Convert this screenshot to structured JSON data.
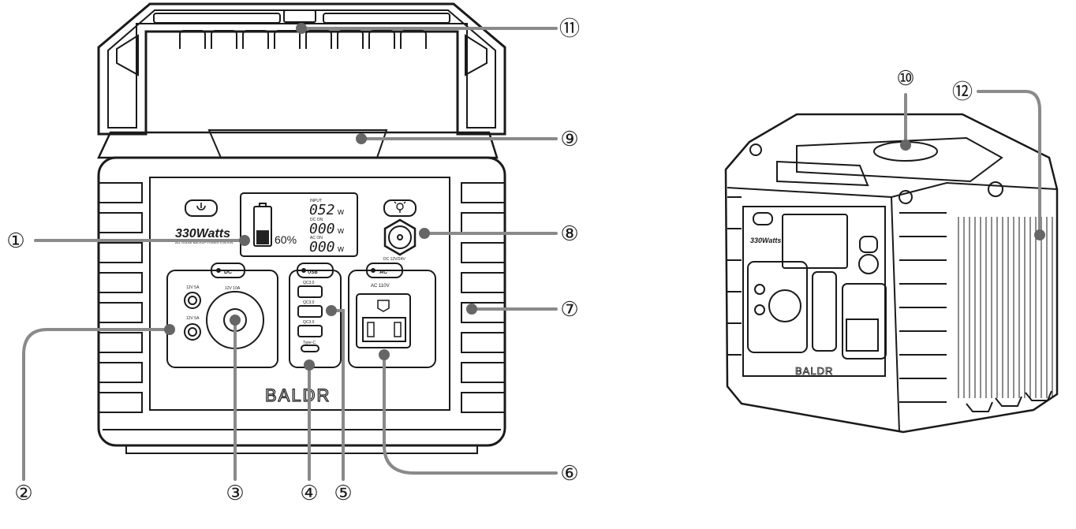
{
  "callouts": [
    "①",
    "②",
    "③",
    "④",
    "⑤",
    "⑥",
    "⑦",
    "⑧",
    "⑨",
    "⑩",
    "⑪",
    "⑫"
  ],
  "device": {
    "brand_logo": "BALDR",
    "model_badge": "330Watts",
    "model_subtitle": "ALL SOLAR BACKUP POWER STATION",
    "power_icon": "power-icon",
    "light_icon": "light-bulb-icon",
    "display": {
      "battery_percent": "60%",
      "battery_level": 0.6,
      "input_label": "INPUT",
      "input_value": "052",
      "dc_label": "DC ON",
      "dc_value": "000",
      "ac_label": "AC ON",
      "ac_value": "000",
      "unit": "w"
    },
    "dc_in_label": "DC 12V/24V",
    "dc_section": {
      "button": "DC",
      "port1_label": "12V 5A",
      "port2_label": "12V 5A",
      "car_port_label": "12V 10A"
    },
    "usb_section": {
      "button": "USB",
      "port1": "QC3.0",
      "port2": "QC3.0",
      "port3": "QC3.0",
      "typec": "Type-C"
    },
    "ac_section": {
      "button": "AC",
      "spec": "AC 110V"
    }
  },
  "colors": {
    "outline": "#1a1a1a",
    "callout_line": "#8a8a8a",
    "callout_dot": "#666666",
    "screen_dark": "#222222"
  }
}
